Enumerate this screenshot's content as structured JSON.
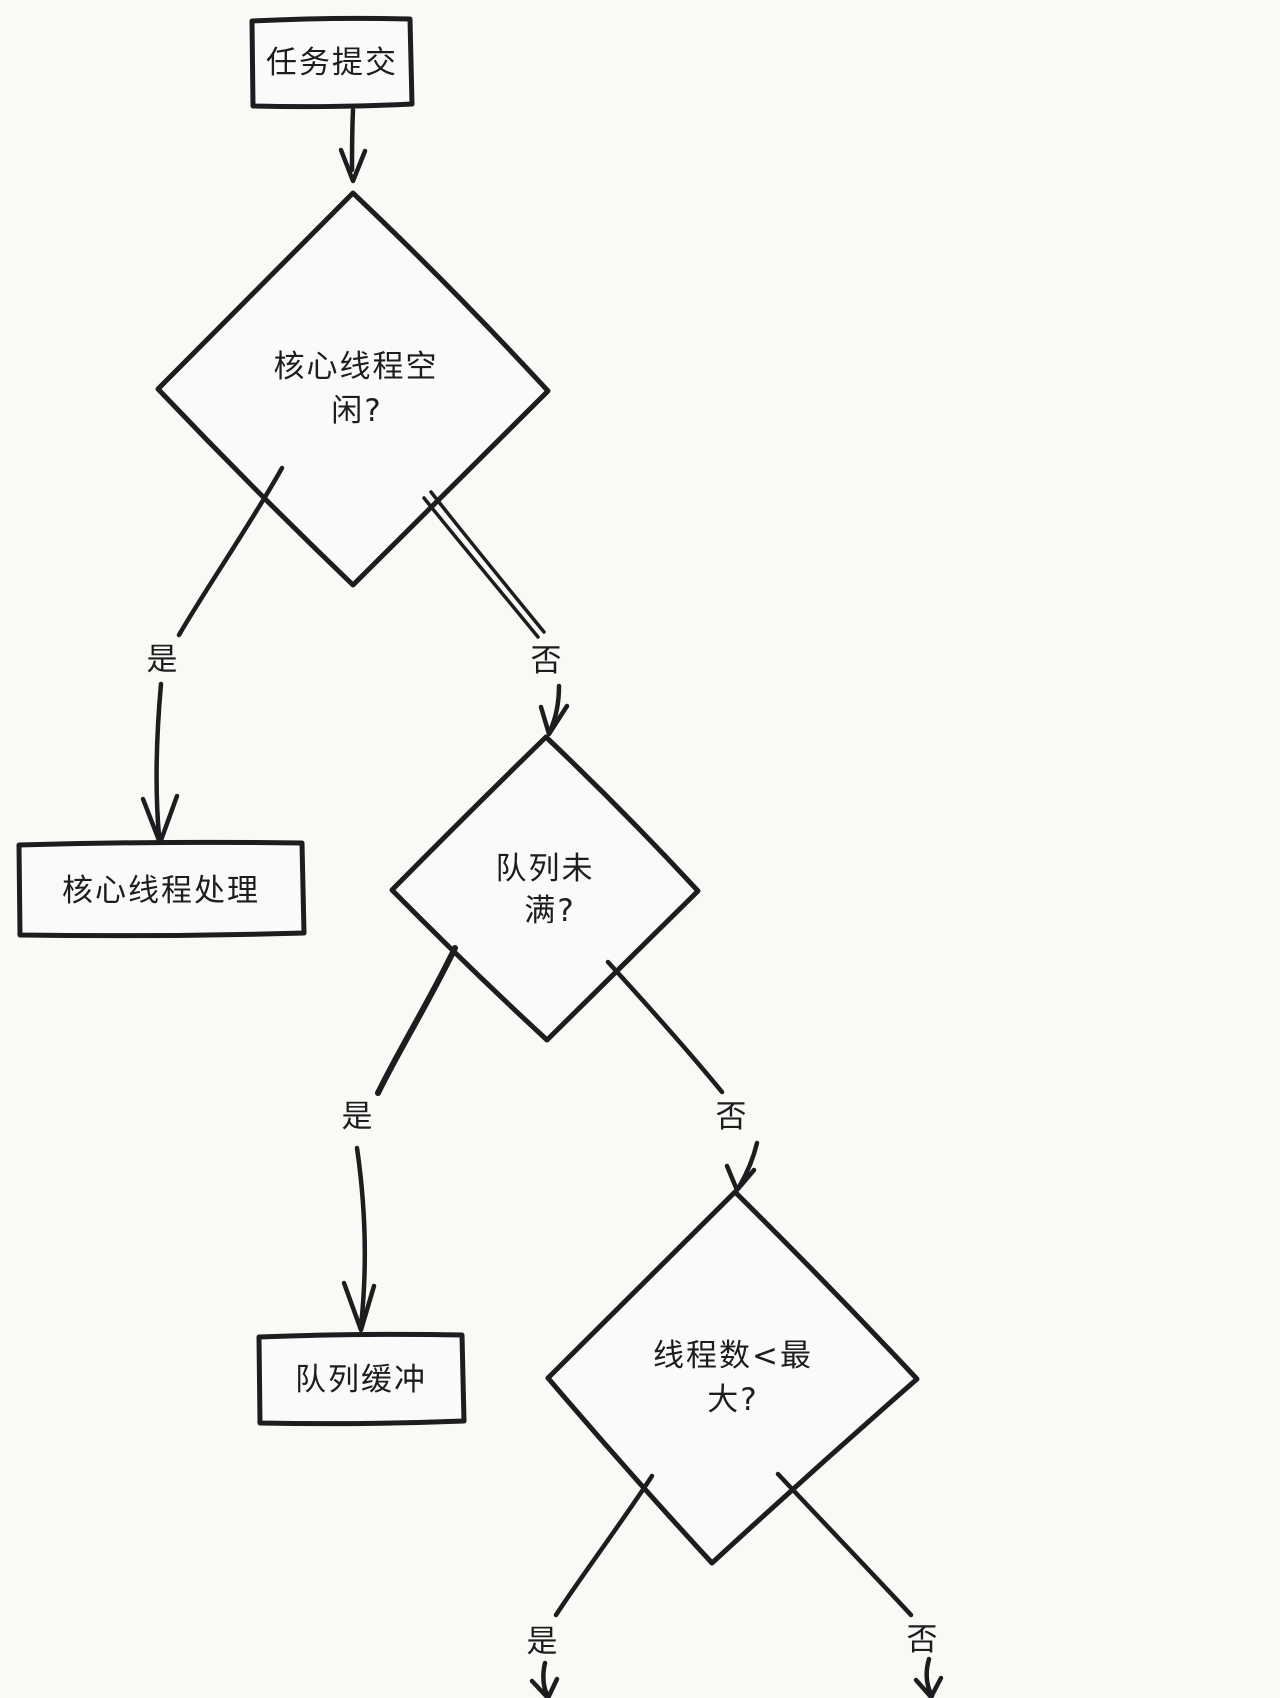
{
  "flowchart": {
    "nodes": {
      "start": {
        "label": "任务提交"
      },
      "decision_core_idle": {
        "line1": "核心线程空",
        "line2": "闲?"
      },
      "core_handle": {
        "label": "核心线程处理"
      },
      "decision_queue_not_full": {
        "line1": "队列未",
        "line2": "满?"
      },
      "queue_buffer": {
        "label": "队列缓冲"
      },
      "decision_threads_lt_max": {
        "line1": "线程数<最",
        "line2": "大?"
      }
    },
    "edge_labels": {
      "d1_yes": "是",
      "d1_no": "否",
      "d2_yes": "是",
      "d2_no": "否",
      "d3_yes": "是",
      "d3_no": "否"
    },
    "colors": {
      "ink": "#1d1d1f",
      "background": "#faf9f6",
      "node_fill": "#fbfaf8"
    }
  }
}
